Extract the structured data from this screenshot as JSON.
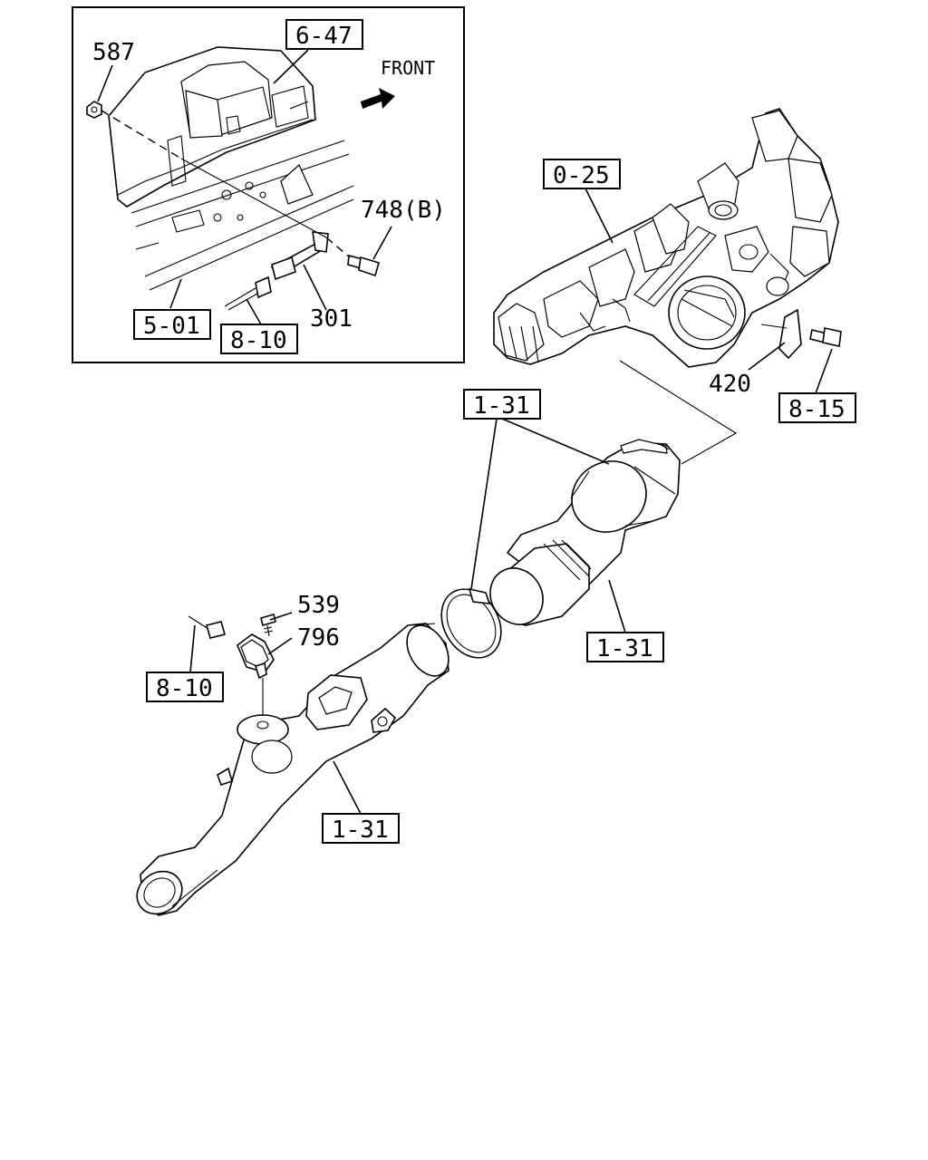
{
  "inset": {
    "front_label": "FRONT",
    "labels": {
      "p587": "587",
      "p748b": "748(B)",
      "p301": "301"
    },
    "refs": {
      "r647": "6-47",
      "r501": "5-01",
      "r810": "8-10"
    }
  },
  "main": {
    "labels": {
      "p420": "420",
      "p539": "539",
      "p796": "796"
    },
    "refs": {
      "r025": "0-25",
      "r815": "8-15",
      "r131_top": "1-31",
      "r131_mid": "1-31",
      "r131_bot": "1-31",
      "r810": "8-10"
    }
  }
}
